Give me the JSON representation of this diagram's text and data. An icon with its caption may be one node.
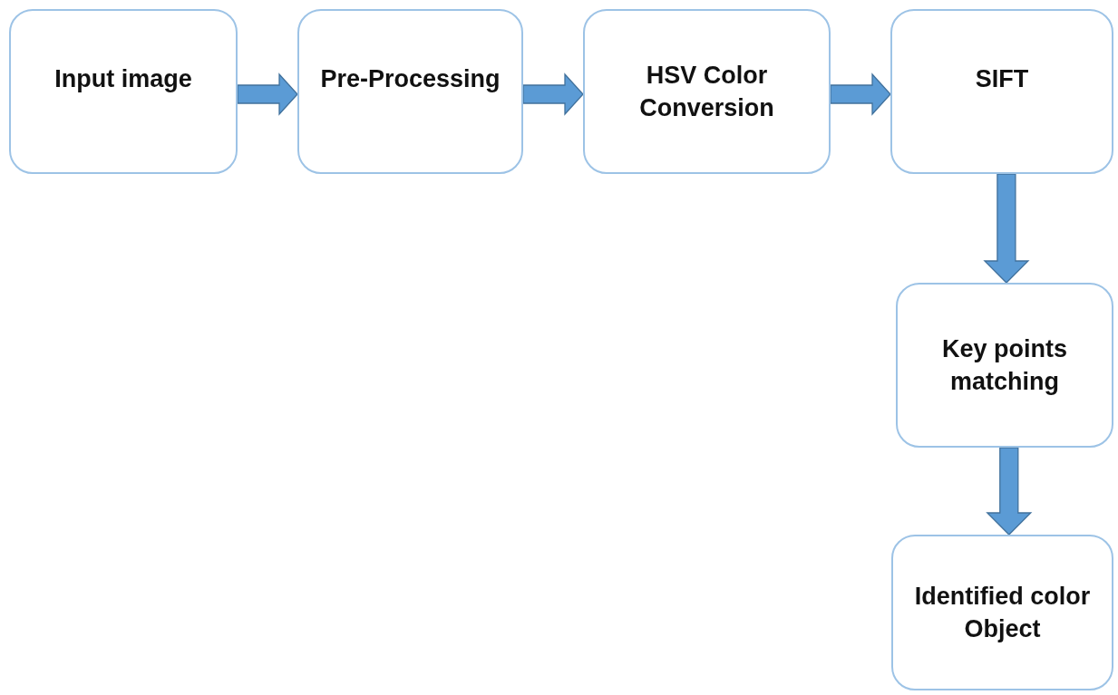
{
  "diagram": {
    "nodes": [
      {
        "text": [
          "Input image"
        ]
      },
      {
        "text": [
          "Pre-Processing"
        ]
      },
      {
        "text": [
          "HSV Color Conversion"
        ]
      },
      {
        "text": [
          "SIFT"
        ]
      },
      {
        "text": [
          "Key points matching"
        ]
      },
      {
        "text": [
          "Identified color Object"
        ]
      }
    ],
    "edges": [
      {
        "from": 0,
        "to": 1,
        "arrow": "to"
      },
      {
        "from": 1,
        "to": 2,
        "arrow": "to"
      },
      {
        "from": 2,
        "to": 3,
        "arrow": "to"
      },
      {
        "from": 3,
        "to": 4,
        "arrow": "to"
      },
      {
        "from": 4,
        "to": 5,
        "arrow": "to"
      }
    ]
  }
}
